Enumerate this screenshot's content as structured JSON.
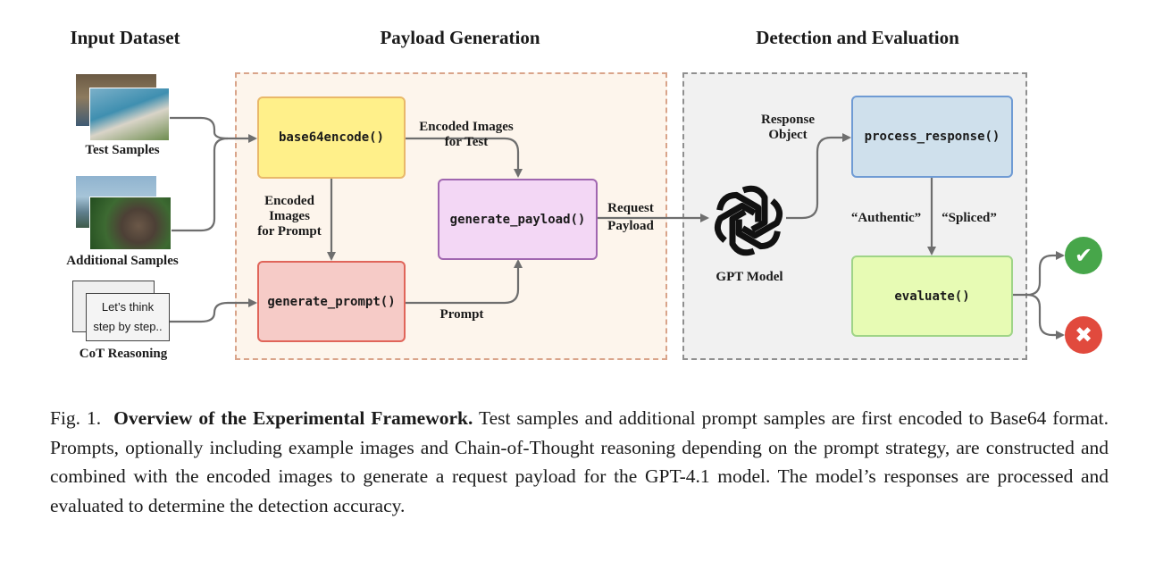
{
  "sections": {
    "input": "Input Dataset",
    "payload": "Payload Generation",
    "detection": "Detection and Evaluation"
  },
  "inputs": {
    "test_samples": "Test Samples",
    "additional_samples": "Additional Samples",
    "cot_reasoning": "CoT Reasoning",
    "cot_card_line1": "Let’s think",
    "cot_card_line2": "step by step.."
  },
  "functions": {
    "base64encode": "base64encode()",
    "generate_payload": "generate_payload()",
    "generate_prompt": "generate_prompt()",
    "process_response": "process_response()",
    "evaluate": "evaluate()"
  },
  "edge_labels": {
    "encoded_test_1": "Encoded Images",
    "encoded_test_2": "for Test",
    "encoded_prompt_1": "Encoded",
    "encoded_prompt_2": "Images",
    "encoded_prompt_3": "for Prompt",
    "prompt": "Prompt",
    "request_1": "Request",
    "request_2": "Payload",
    "response_1": "Response",
    "response_2": "Object",
    "authentic": "“Authentic”",
    "spliced": "“Spliced”"
  },
  "gpt_model": "GPT Model",
  "icons": {
    "gpt": "openai-logo-icon",
    "correct": "check-icon",
    "wrong": "cross-icon"
  },
  "colors": {
    "payload_panel_border": "#d9a48a",
    "payload_panel_fill": "#fdf5ec",
    "detection_panel_border": "#8f8f8f",
    "detection_panel_fill": "#f1f1f1",
    "base64encode_fill": "#fff08a",
    "base64encode_border": "#e9b86a",
    "generate_payload_fill": "#f3d7f5",
    "generate_payload_border": "#a066b0",
    "generate_prompt_fill": "#f6cbc7",
    "generate_prompt_border": "#e0655a",
    "process_response_fill": "#cfe0ec",
    "process_response_border": "#6f9bd4",
    "evaluate_fill": "#e7fbb4",
    "evaluate_border": "#9fd487",
    "check_fill": "#47a64a",
    "cross_fill": "#e14a3d",
    "arrow": "#6e6e6e"
  },
  "caption": {
    "fig": "Fig. 1.",
    "title": "Overview of the Experimental Framework.",
    "body": "Test samples and additional prompt samples are first encoded to Base64 format. Prompts, optionally including example images and Chain-of-Thought reasoning depending on the prompt strategy, are constructed and combined with the encoded images to generate a request payload for the GPT-4.1 model. The model’s responses are processed and evaluated to determine the detection accuracy."
  }
}
